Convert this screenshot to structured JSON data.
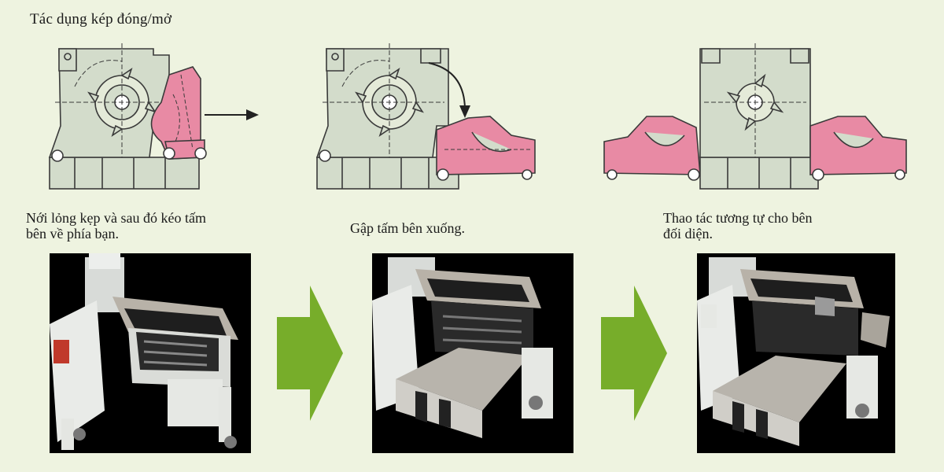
{
  "title": "Tác dụng kép đóng/mở",
  "steps": [
    {
      "caption_lines": [
        "Nới lỏng kẹp và sau đó kéo tấm",
        "bên về phía bạn."
      ]
    },
    {
      "caption_lines": [
        "Gập tấm bên xuống."
      ]
    },
    {
      "caption_lines": [
        "Thao tác tương tự cho bên",
        "đối diện."
      ]
    }
  ],
  "colors": {
    "background": "#eef3e0",
    "body_fill": "#d3dccb",
    "panel_fill": "#e88aa4",
    "line": "#3a3a3a",
    "arrow_green": "#77ad2a",
    "photo_bg": "#000000"
  },
  "icons": {
    "open_arrow": "right-arrow-icon",
    "fold_arrow": "curved-down-arrow-icon",
    "step_arrow": "green-chevron-arrow-icon"
  }
}
